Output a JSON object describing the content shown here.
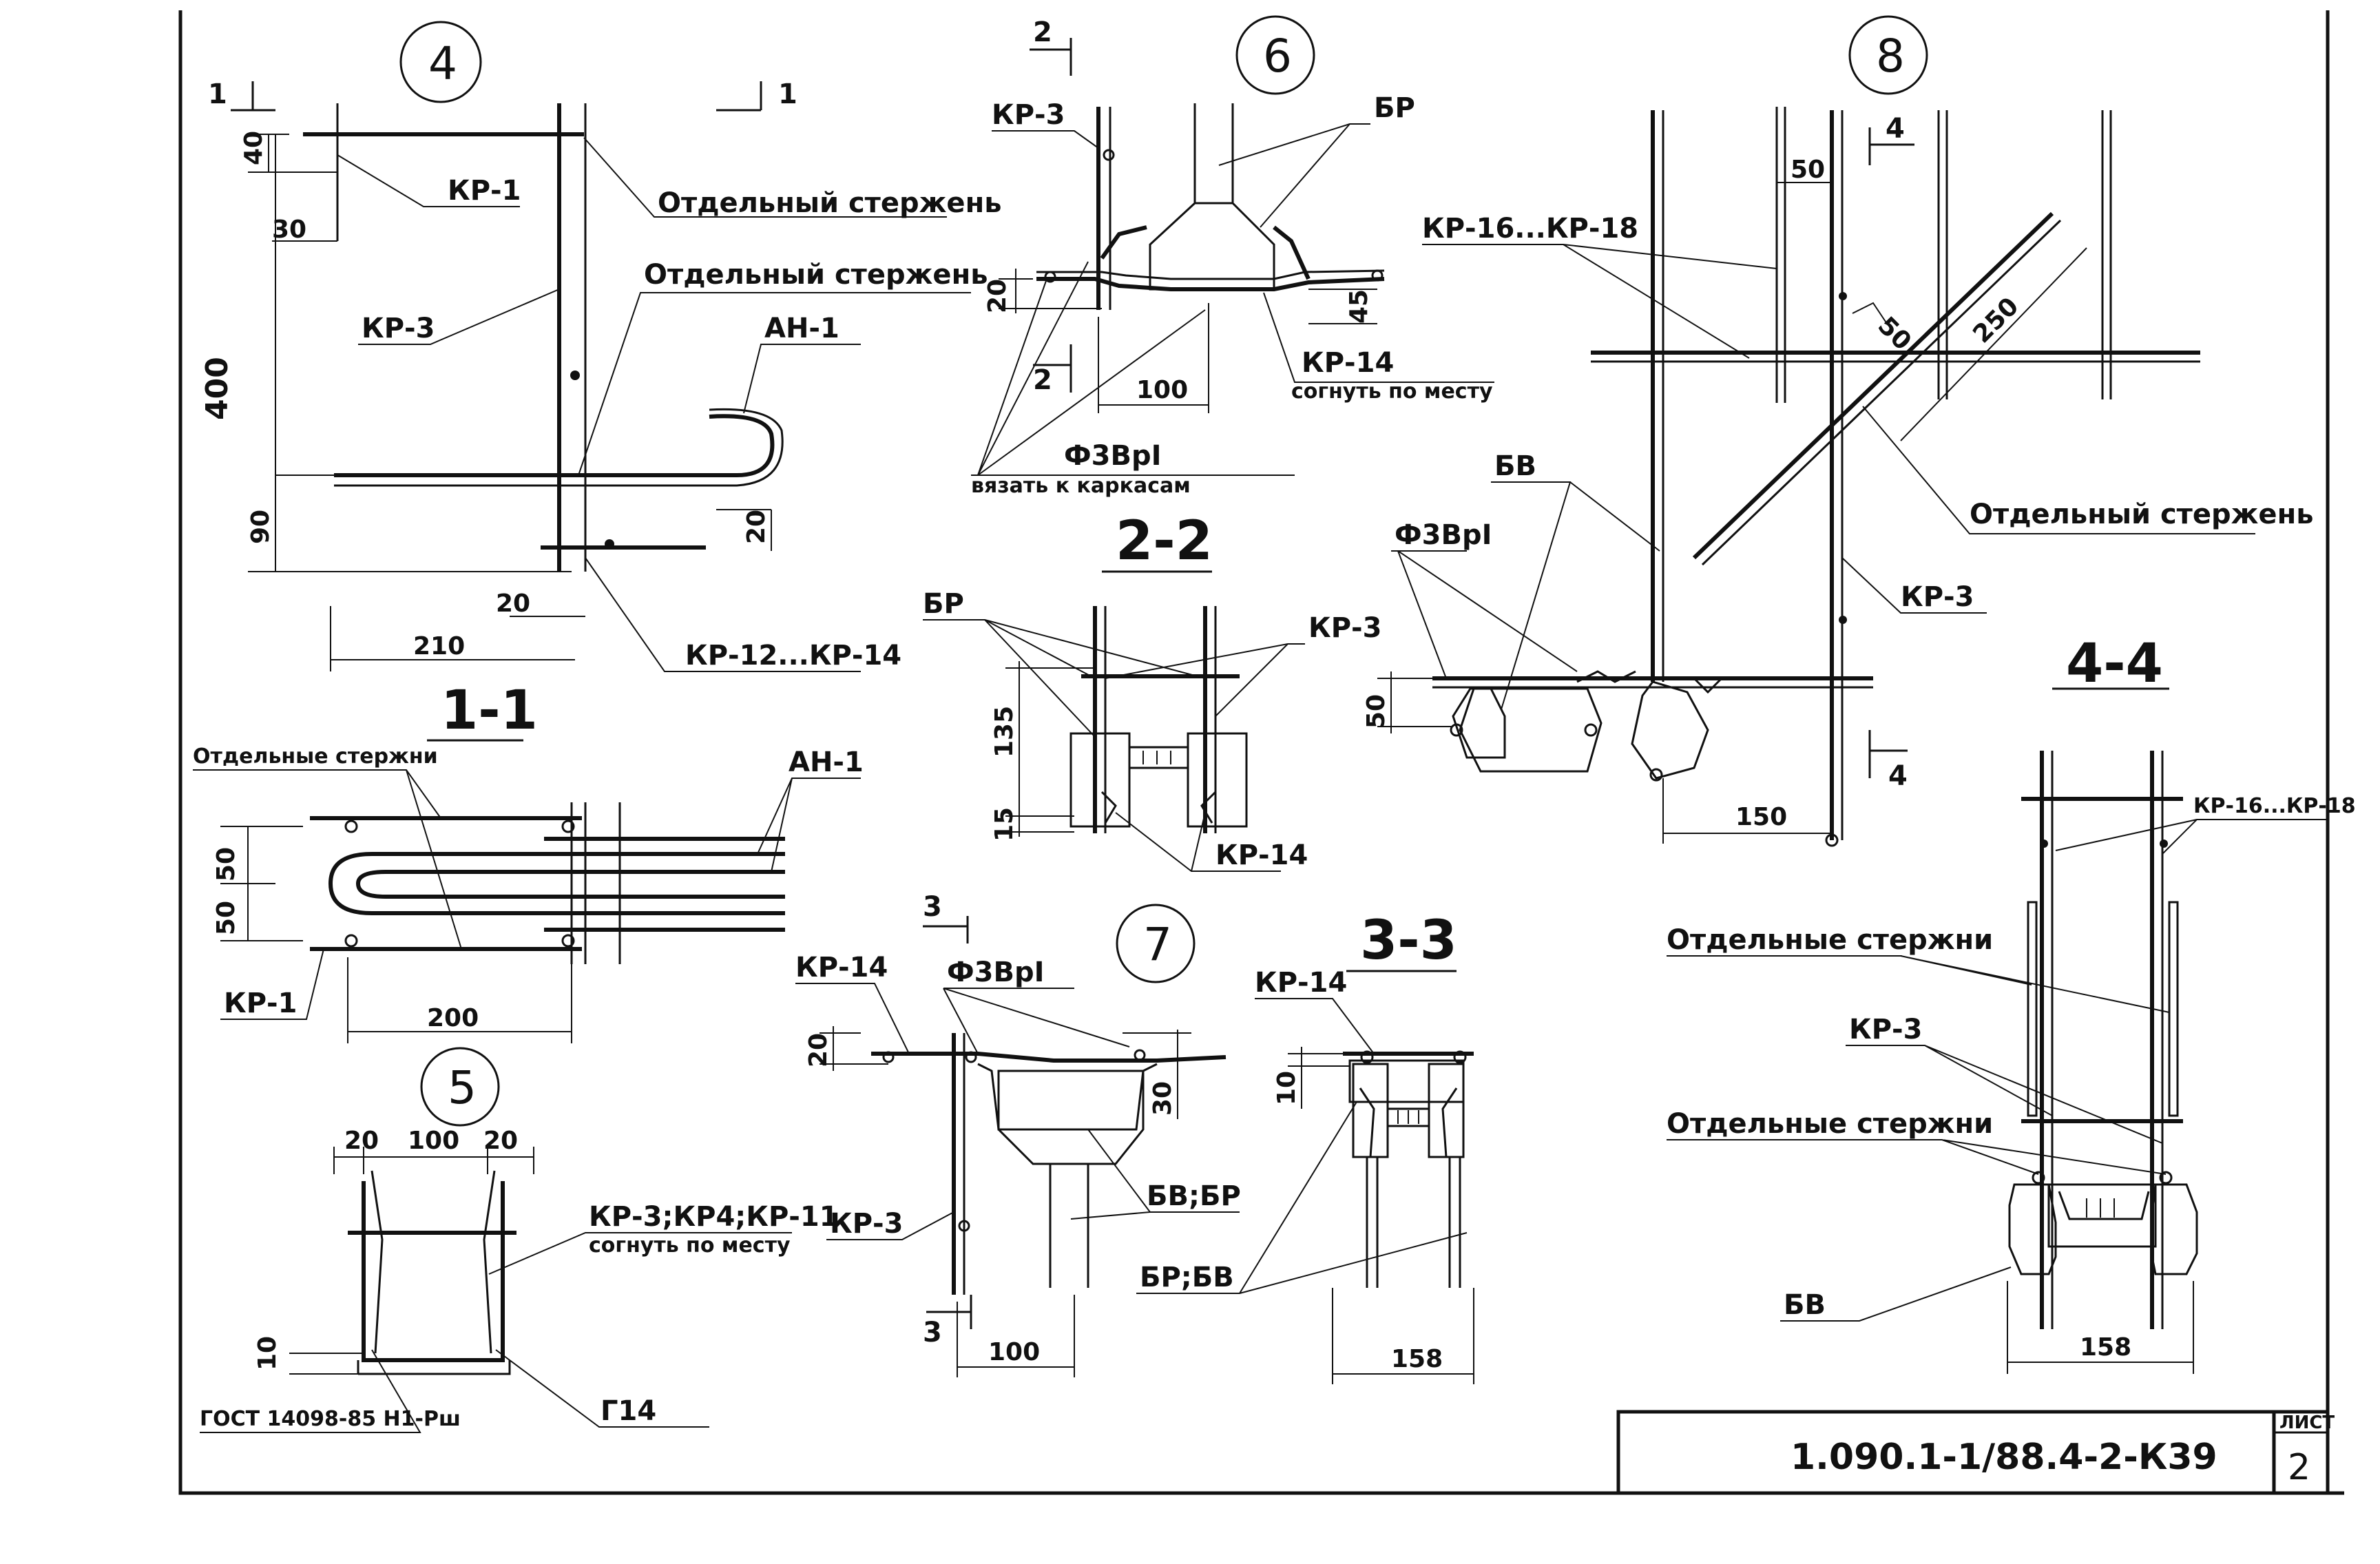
{
  "drawing": {
    "title_block": {
      "code": "1.090.1-1/88.4-2-К39",
      "sheet_label": "ЛИСТ",
      "sheet_number": "2"
    },
    "nodes": {
      "n4": {
        "number": "4",
        "section_mark": "1",
        "labels": {
          "kr1": "КР-1",
          "separate_bar": "Отдельный стержень",
          "separate_bar_2": "Отдельный стержень",
          "kr3": "КР-3",
          "an1": "АН-1",
          "kr12": "КР-12...КР-14"
        },
        "dims": {
          "d40": "40",
          "d30": "30",
          "d400": "400",
          "d90": "90",
          "d20a": "20",
          "d20b": "20",
          "d210": "210"
        }
      },
      "n6": {
        "number": "6",
        "section_mark": "2",
        "labels": {
          "kr3": "КР-3",
          "br": "БР",
          "kr14": "КР-14",
          "bend": "согнуть по месту",
          "wire": "Ф3ВрI",
          "tie": "вязать к каркасам"
        },
        "dims": {
          "d20": "20",
          "d45": "45",
          "d100": "100"
        }
      },
      "n8": {
        "number": "8",
        "section_mark": "4",
        "labels": {
          "kr16": "КР-16...КР-18",
          "bv": "БВ",
          "wire": "Ф3ВрI",
          "separate_bar": "Отдельный стержень",
          "kr3": "КР-3"
        },
        "dims": {
          "d50": "50",
          "d50b": "50",
          "d250": "250",
          "d50c": "50",
          "d150": "150"
        }
      },
      "n5": {
        "number": "5",
        "labels": {
          "kr3": "КР-3;КР4;КР-11",
          "bend": "согнуть по месту",
          "gost": "ГОСТ 14098-85 Н1-Рш",
          "c14": "Г14"
        },
        "dims": {
          "d20a": "20",
          "d100": "100",
          "d20b": "20",
          "d10": "10"
        }
      },
      "n7": {
        "number": "7",
        "section_mark": "3",
        "labels": {
          "kr14": "КР-14",
          "wire": "Ф3ВрI",
          "kr3": "КР-3",
          "bvbr": "БВ;БР"
        },
        "dims": {
          "d20": "20",
          "d30": "30",
          "d100": "100"
        }
      }
    },
    "sections": {
      "s11": {
        "title": "1-1",
        "labels": {
          "separate": "Отдельные стержни",
          "an1": "АН-1",
          "kr1": "КР-1"
        },
        "dims": {
          "d50a": "50",
          "d50b": "50",
          "d200": "200"
        }
      },
      "s22": {
        "title": "2-2",
        "labels": {
          "br": "БР",
          "kr3": "КР-3",
          "kr14": "КР-14"
        },
        "dims": {
          "d135": "135",
          "d15": "15"
        }
      },
      "s33": {
        "title": "3-3",
        "labels": {
          "kr14": "КР-14",
          "brbv": "БР;БВ"
        },
        "dims": {
          "d10": "10",
          "d158": "158"
        }
      },
      "s44": {
        "title": "4-4",
        "labels": {
          "kr16": "КР-16...КР-18",
          "separate1": "Отдельные стержни",
          "kr3": "КР-3",
          "separate2": "Отдельные стержни",
          "bv": "БВ"
        },
        "dims": {
          "d158": "158"
        }
      }
    }
  }
}
